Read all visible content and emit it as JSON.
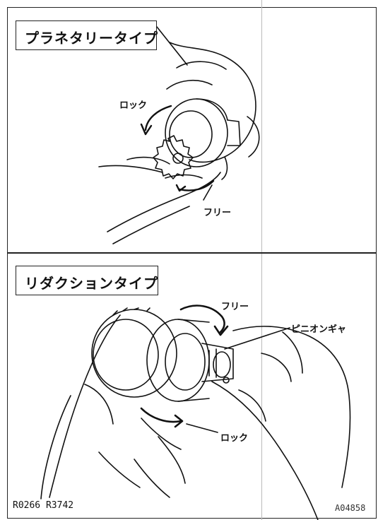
{
  "sections": [
    {
      "title": "プラネタリータイプ",
      "callouts": {
        "lock": "ロック",
        "free": "フリー"
      }
    },
    {
      "title": "リダクションタイプ",
      "callouts": {
        "free": "フリー",
        "pinion": "ピニオンギャ",
        "lock": "ロック"
      }
    }
  ],
  "footer": {
    "reference": "R0266  R3742",
    "figure_code": "A04858"
  }
}
